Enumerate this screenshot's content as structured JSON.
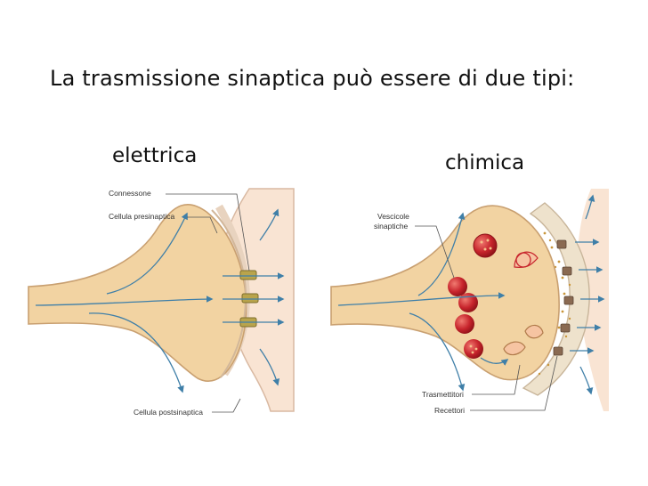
{
  "title": "La trasmissione sinaptica può essere di due tipi:",
  "electrical": {
    "heading": "elettrica",
    "labels": {
      "connexon": "Connessone",
      "presynaptic": "Cellula presinaptica",
      "postsynaptic": "Cellula postsinaptica"
    }
  },
  "chemical": {
    "heading": "chimica",
    "labels": {
      "vesicles_line1": "Vescicole",
      "vesicles_line2": "sinaptiche",
      "transmitters": "Trasmettitori",
      "receptors": "Recettori"
    }
  },
  "colors": {
    "axon_fill": "#f2d3a2",
    "axon_edge": "#c9a071",
    "post_fill": "#f9e4d3",
    "membrane": "#c8b59a",
    "arrow": "#3f7fa8",
    "vesicle": "#c7242c",
    "connexon": "#b9a44c",
    "receptor": "#8a6a52"
  }
}
